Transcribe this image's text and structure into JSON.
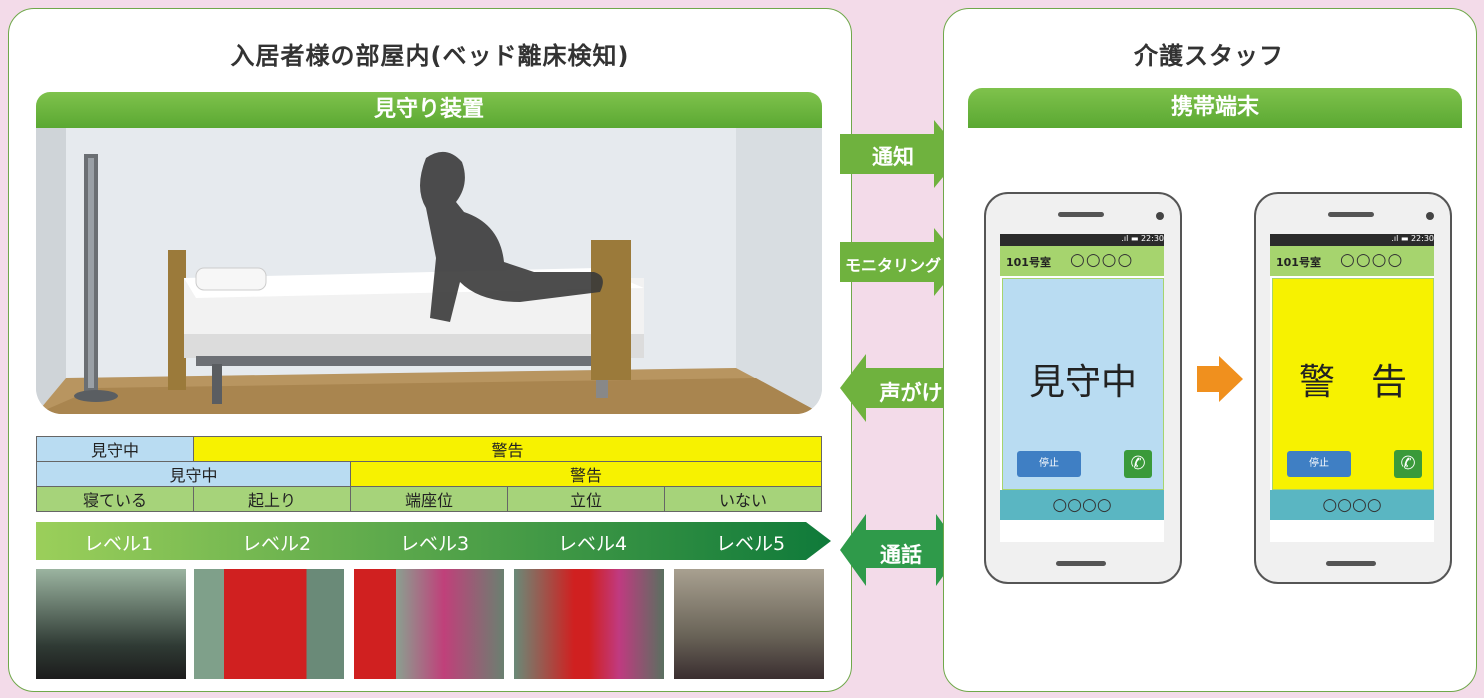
{
  "left_panel": {
    "title": "入居者様の部屋内(ベッド離床検知)",
    "device_label": "見守り装置"
  },
  "status_table": {
    "row1": [
      "見守中",
      "警告"
    ],
    "row2": [
      "見守中",
      "警告"
    ],
    "row3": [
      "寝ている",
      "起上り",
      "端座位",
      "立位",
      "いない"
    ]
  },
  "levels": [
    "レベル1",
    "レベル2",
    "レベル3",
    "レベル4",
    "レベル5"
  ],
  "arrows": {
    "notify": "通知",
    "monitoring": "モニタリング",
    "voice": "声がけ",
    "call": "通話"
  },
  "right_panel": {
    "title": "介護スタッフ",
    "device_label": "携帯端末"
  },
  "phones": [
    {
      "time": ".ıl ▬ 22:30",
      "room": "101号室",
      "resident": "○○○○",
      "status": "見守中",
      "status_color": "#b9dcf2",
      "stop_label": "停止",
      "call_icon": "phone-handset-icon",
      "bottom": "○○○○"
    },
    {
      "time": ".ıl ▬ 22:30",
      "room": "101号室",
      "resident": "○○○○",
      "status": "警　告",
      "status_color": "#f7f200",
      "stop_label": "停止",
      "call_icon": "phone-handset-icon",
      "bottom": "○○○○"
    }
  ],
  "colors": {
    "green": "#5aa832",
    "dark_green": "#0f7a3a",
    "orange": "#f0901e",
    "watch_blue": "#b9dcf2",
    "warn_yellow": "#f7f200"
  }
}
